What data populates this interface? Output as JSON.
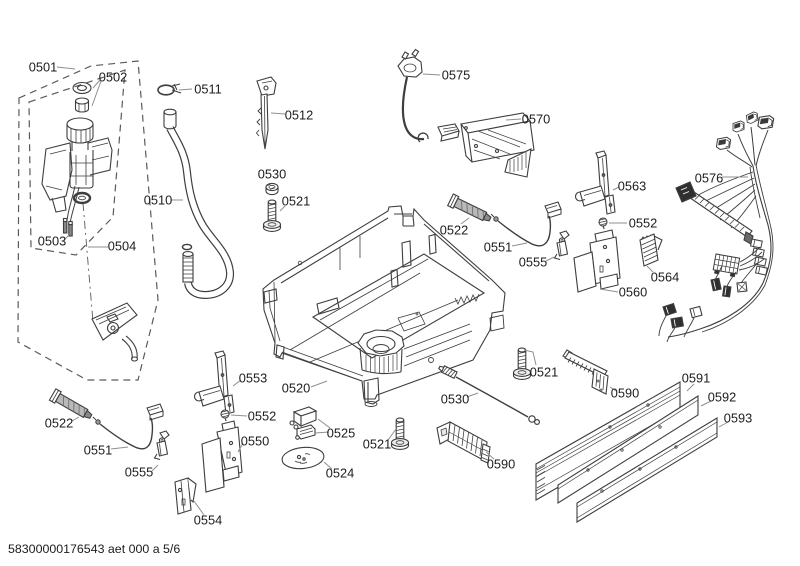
{
  "page": {
    "background": "#ffffff"
  },
  "colors": {
    "line": "#3e3e3e",
    "leader": "#8f8f8f",
    "label_text": "#1c1c1c",
    "shade_light": "#d8d8d8",
    "shade_mid": "#b9b9b9",
    "shade_dark": "#2f2f2f"
  },
  "footer": {
    "code": "58300000176543 aet 000 a 5/6"
  },
  "labels": [
    {
      "part": "0501",
      "text": "0501"
    },
    {
      "part": "0502",
      "text": "0502"
    },
    {
      "part": "0511",
      "text": "0511"
    },
    {
      "part": "0512",
      "text": "0512"
    },
    {
      "part": "0575",
      "text": "0575"
    },
    {
      "part": "0570",
      "text": "0570"
    },
    {
      "part": "0510",
      "text": "0510"
    },
    {
      "part": "0530",
      "text": "0530"
    },
    {
      "part": "0521",
      "text": "0521"
    },
    {
      "part": "0503",
      "text": "0503"
    },
    {
      "part": "0504",
      "text": "0504"
    },
    {
      "part": "0522",
      "text": "0522"
    },
    {
      "part": "0551",
      "text": "0551"
    },
    {
      "part": "0555",
      "text": "0555"
    },
    {
      "part": "0563",
      "text": "0563"
    },
    {
      "part": "0552",
      "text": "0552"
    },
    {
      "part": "0564",
      "text": "0564"
    },
    {
      "part": "0560",
      "text": "0560"
    },
    {
      "part": "0576",
      "text": "0576"
    },
    {
      "part": "0520",
      "text": "0520"
    },
    {
      "part": "0553",
      "text": "0553"
    },
    {
      "part": "0552",
      "text": "0552"
    },
    {
      "part": "0550",
      "text": "0550"
    },
    {
      "part": "0554",
      "text": "0554"
    },
    {
      "part": "0522",
      "text": "0522"
    },
    {
      "part": "0551",
      "text": "0551"
    },
    {
      "part": "0555",
      "text": "0555"
    },
    {
      "part": "0525",
      "text": "0525"
    },
    {
      "part": "0524",
      "text": "0524"
    },
    {
      "part": "0521",
      "text": "0521"
    },
    {
      "part": "0530",
      "text": "0530"
    },
    {
      "part": "0521",
      "text": "0521"
    },
    {
      "part": "0590",
      "text": "0590"
    },
    {
      "part": "0590",
      "text": "0590"
    },
    {
      "part": "0591",
      "text": "0591"
    },
    {
      "part": "0592",
      "text": "0592"
    },
    {
      "part": "0593",
      "text": "0593"
    }
  ]
}
